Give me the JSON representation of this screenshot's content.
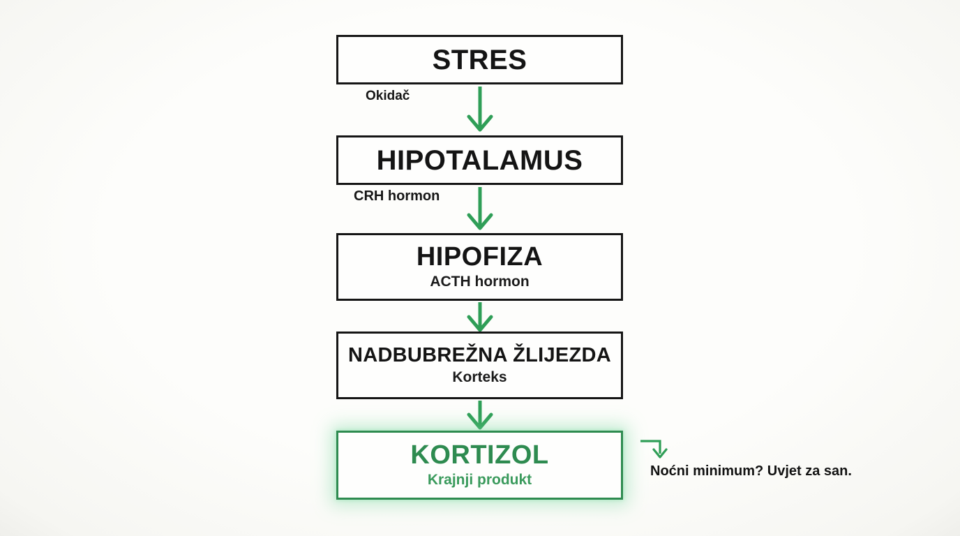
{
  "canvas": {
    "background": "#fdfdfb"
  },
  "colors": {
    "arrow_green": "#2f9e57",
    "kortizol_green": "#2e8b50",
    "glow_green": "rgba(116,214,154,0.40)",
    "box_border_black": "#151515",
    "text_black": "#141414"
  },
  "flow": {
    "boxes": [
      {
        "title": "STRES"
      },
      {
        "title": "HIPOTALAMUS"
      },
      {
        "title": "HIPOFIZA",
        "subtitle": "ACTH hormon"
      },
      {
        "title": "NADBUBREŽNA ŽLIJEZDA",
        "subtitle": "Korteks"
      },
      {
        "title": "KORTIZOL",
        "subtitle": "Krajnji produkt"
      }
    ],
    "edge_labels": [
      {
        "text": "Okidač"
      },
      {
        "text": "CRH hormon"
      }
    ],
    "side_note": {
      "text": "Noćni minimum? Uvjet za san."
    }
  }
}
